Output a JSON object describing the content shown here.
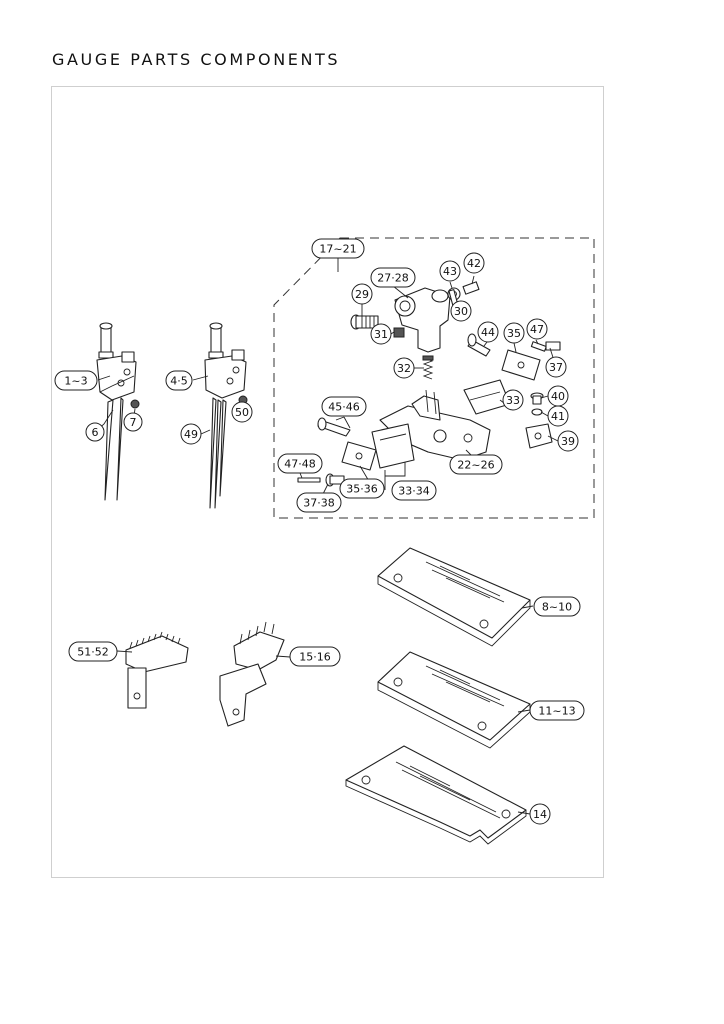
{
  "title": "GAUGE PARTS COMPONENTS",
  "callouts": {
    "c1_3": "1~3",
    "c4_5": "4·5",
    "c6": "6",
    "c7": "7",
    "c49": "49",
    "c50": "50",
    "c17_21": "17~21",
    "c27_28": "27·28",
    "c29": "29",
    "c30": "30",
    "c31": "31",
    "c32": "32",
    "c33": "33",
    "c33_34": "33·34",
    "c35": "35",
    "c35_36": "35·36",
    "c37": "37",
    "c37_38": "37·38",
    "c39": "39",
    "c40": "40",
    "c41": "41",
    "c42": "42",
    "c43": "43",
    "c44": "44",
    "c45_46": "45·46",
    "c47": "47",
    "c47_48": "47·48",
    "c22_26": "22~26",
    "c8_10": "8~10",
    "c11_13": "11~13",
    "c14": "14",
    "c51_52": "51·52",
    "c15_16": "15·16"
  }
}
